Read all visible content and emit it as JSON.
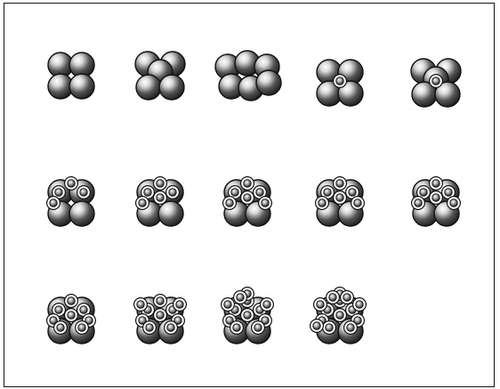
{
  "figure": {
    "description_visible_text": "",
    "rows": [
      {
        "clusters": [
          {
            "big": 4,
            "small": 0
          },
          {
            "big": 5,
            "small": 0
          },
          {
            "big": 6,
            "small": 0
          },
          {
            "big": 4,
            "small": 1
          },
          {
            "big": 5,
            "small": 1
          }
        ]
      },
      {
        "clusters": [
          {
            "big": 4,
            "small": 4
          },
          {
            "big": 4,
            "small": 5
          },
          {
            "big": 4,
            "small": 6
          },
          {
            "big": 4,
            "small": 6
          },
          {
            "big": 4,
            "small": 6
          }
        ]
      },
      {
        "clusters": [
          {
            "big": 4,
            "small": 8
          },
          {
            "big": 4,
            "small": 10
          },
          {
            "big": 4,
            "small": 12
          },
          {
            "big": 4,
            "small": 14
          }
        ]
      }
    ],
    "colors": {
      "outline": "#111111",
      "fill_light": "#ffffff",
      "fill_dark": "#1a1a1a"
    }
  }
}
